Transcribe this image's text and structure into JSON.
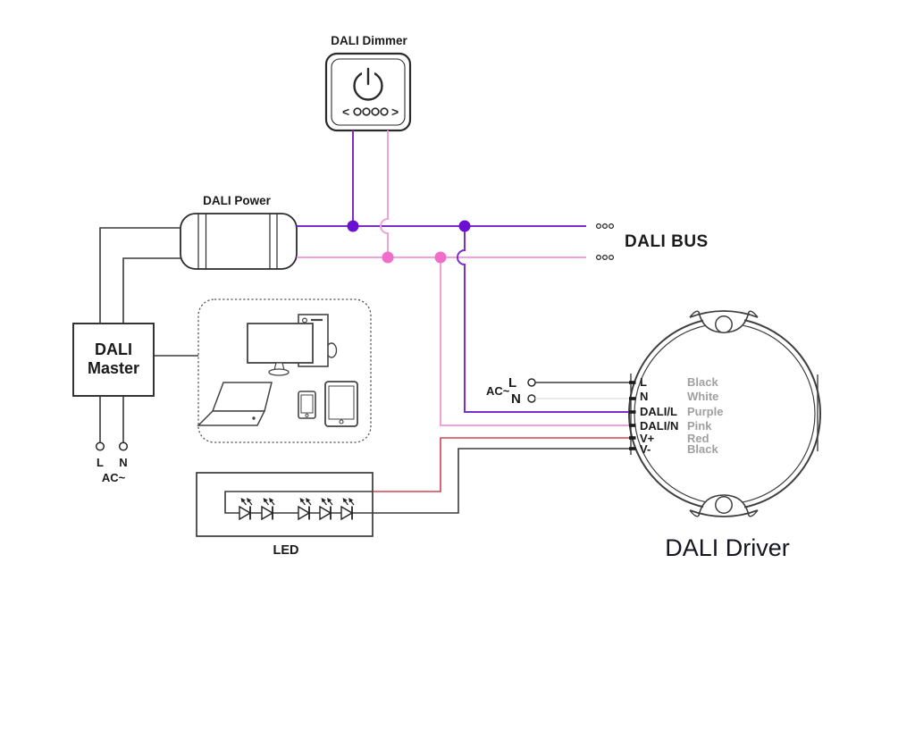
{
  "dimmer": {
    "label": "DALI Dimmer",
    "dial_left": "<",
    "dial_right": ">"
  },
  "power": {
    "label": "DALI Power"
  },
  "master": {
    "line1": "DALI",
    "line2": "Master",
    "l": "L",
    "n": "N",
    "ac": "AC~"
  },
  "bus": {
    "label": "DALI BUS"
  },
  "driver": {
    "label": "DALI Driver",
    "ac": "AC~",
    "l": "L",
    "n": "N",
    "terminals": [
      {
        "name": "L",
        "wire": "Black"
      },
      {
        "name": "N",
        "wire": "White"
      },
      {
        "name": "DALI/L",
        "wire": "Purple"
      },
      {
        "name": "DALI/N",
        "wire": "Pink"
      },
      {
        "name": "V+",
        "wire": "Red"
      },
      {
        "name": "V-",
        "wire": "Black"
      }
    ]
  },
  "led": {
    "label": "LED"
  },
  "colors": {
    "purple": "#7a2fc8",
    "purple_dot": "#6b10d2",
    "pink": "#f0a3da",
    "pink_dot": "#ee6ec9",
    "red": "#cf4355",
    "white_wire": "#e4e4e4",
    "black_wire": "#3a3a3a"
  }
}
